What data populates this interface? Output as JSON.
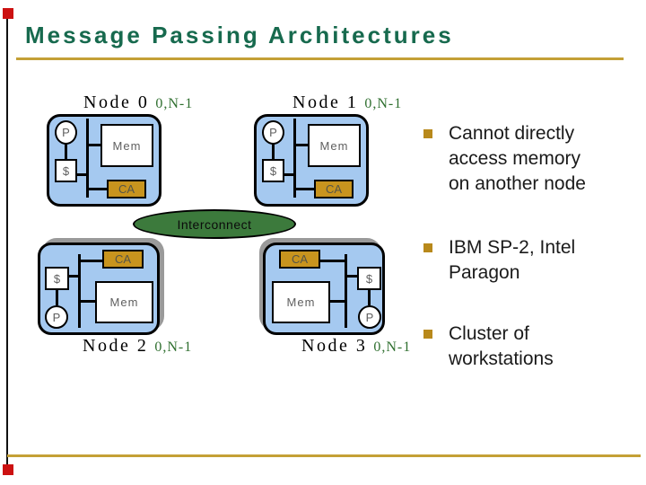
{
  "slide": {
    "title": "Message Passing Architectures"
  },
  "diagram": {
    "interconnect": {
      "label": "Interconnect"
    },
    "nodes": [
      {
        "name": "Node 0",
        "range": "0,N-1",
        "processor": "P",
        "memory": "Mem",
        "cache": "$",
        "assist": "CA"
      },
      {
        "name": "Node 1",
        "range": "0,N-1",
        "processor": "P",
        "memory": "Mem",
        "cache": "$",
        "assist": "CA"
      },
      {
        "name": "Node 2",
        "range": "0,N-1",
        "processor": "P",
        "memory": "Mem",
        "cache": "$",
        "assist": "CA"
      },
      {
        "name": "Node 3",
        "range": "0,N-1",
        "processor": "P",
        "memory": "Mem",
        "cache": "$",
        "assist": "CA"
      }
    ]
  },
  "bullets": [
    {
      "lines": [
        "Cannot directly",
        "access memory",
        "on another node"
      ]
    },
    {
      "lines": [
        "IBM SP-2, Intel",
        "Paragon"
      ]
    },
    {
      "lines": [
        "Cluster of",
        "workstations"
      ]
    }
  ],
  "colors": {
    "title_green": "#176A4E",
    "rule_gold": "#C4A036",
    "node_fill_blue": "#A5C9F0",
    "ca_fill_gold": "#C8941E",
    "interconnect_green": "#3C7A3C",
    "bullet_gold": "#B8891B",
    "range_green": "#2F6F2F",
    "corner_red": "#CC1111",
    "shadow_gray": "#9A9A9A"
  }
}
